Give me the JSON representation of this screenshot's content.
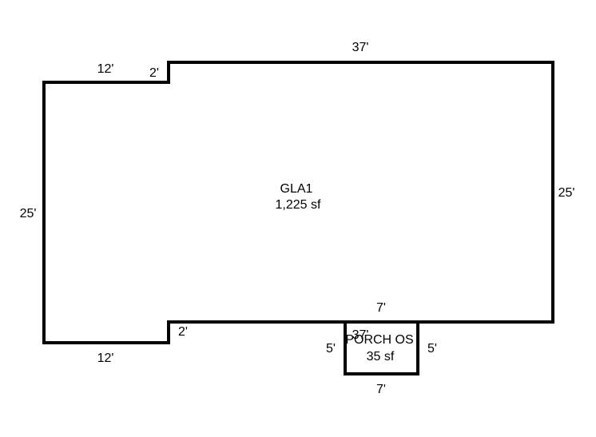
{
  "areas": {
    "main": {
      "name": "GLA1",
      "area": "1,225 sf"
    },
    "porch": {
      "name": "PORCH OS",
      "area": "35 sf"
    }
  },
  "dimensions": {
    "top": "37'",
    "top_left": "12'",
    "notch_top": "2'",
    "left": "25'",
    "right": "25'",
    "bottom_left": "12'",
    "notch_bottom": "2'",
    "bottom_segment": "7'",
    "porch_inner_top": "37'",
    "porch_left": "5'",
    "porch_right": "5'",
    "porch_bottom": "7'"
  },
  "colors": {
    "lines": "#000000",
    "background": "#ffffff"
  }
}
